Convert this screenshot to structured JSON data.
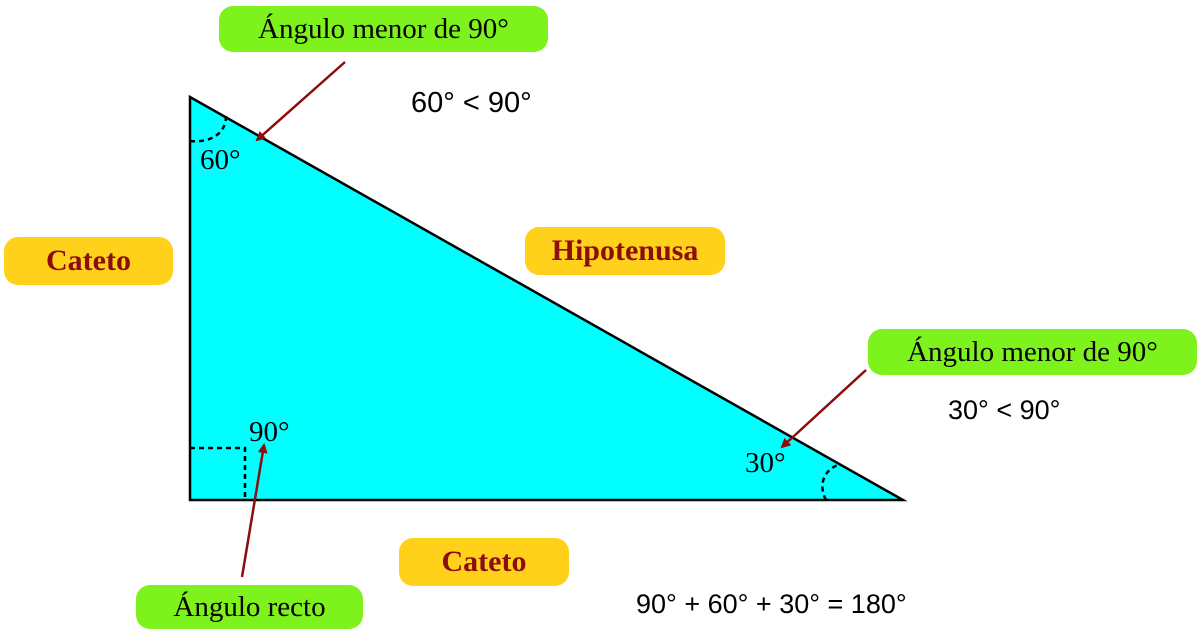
{
  "labels": {
    "acute_top": "Ángulo menor de 90°",
    "acute_right": "Ángulo menor de 90°",
    "right_angle": "Ángulo recto",
    "leg_vertical": "Cateto",
    "leg_horizontal": "Cateto",
    "hypotenuse": "Hipotenusa"
  },
  "angles": {
    "top": "60°",
    "right": "30°",
    "bottom_left": "90°"
  },
  "comparisons": {
    "top": "60° < 90°",
    "right": "30° < 90°",
    "sum": "90° + 60° + 30° = 180°"
  },
  "colors": {
    "triangle_fill": "#00ffff",
    "arrow": "#8b0d0d",
    "green_label": "#7ef21c",
    "yellow_label": "#ffd11a",
    "yellow_text": "#8b0d0d"
  }
}
